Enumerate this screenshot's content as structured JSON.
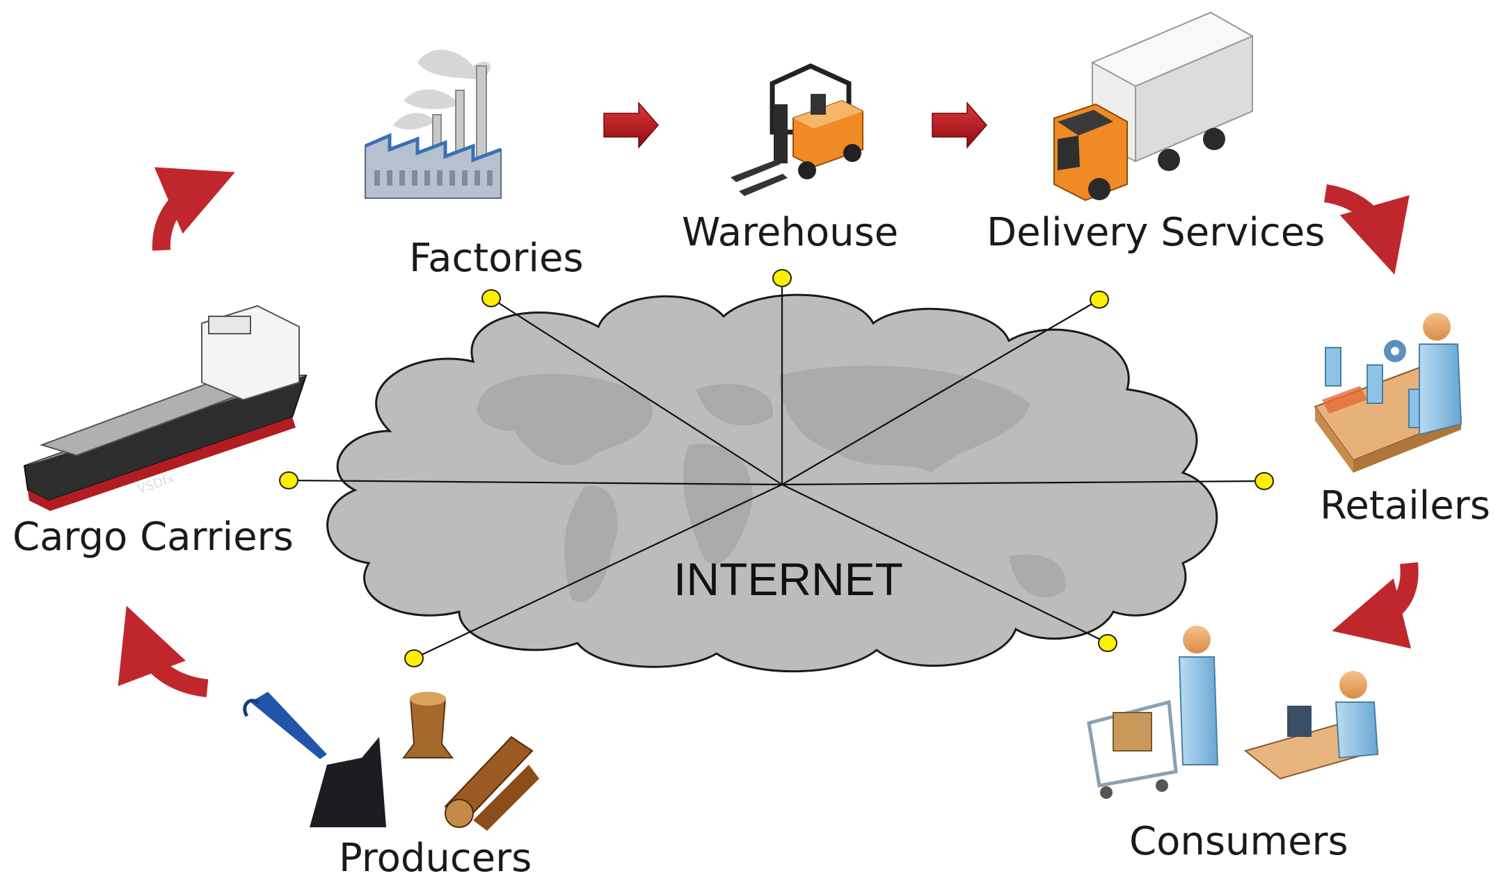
{
  "nodes": {
    "factories": "Factories",
    "warehouse": "Warehouse",
    "delivery": "Delivery Services",
    "retailers": "Retailers",
    "consumers": "Consumers",
    "producers": "Producers",
    "cargo": "Cargo Carriers"
  },
  "center": {
    "label": "INTERNET"
  },
  "ship_marking": "VSDfx",
  "colors": {
    "flow_arrow": "#c0272d",
    "connector_dot": "#ffef00",
    "cloud": "#b9b9b9",
    "person": "#8ec3e6",
    "truck_cab": "#f08a24",
    "forklift": "#f08a24"
  },
  "icons": {
    "factories": "factory-icon",
    "warehouse": "forklift-icon",
    "delivery": "truck-icon",
    "retailers": "assembly-worker-icon",
    "consumers": "shopper-and-computer-user-icon",
    "producers": "mining-and-logs-icon",
    "cargo": "cargo-ship-icon"
  }
}
